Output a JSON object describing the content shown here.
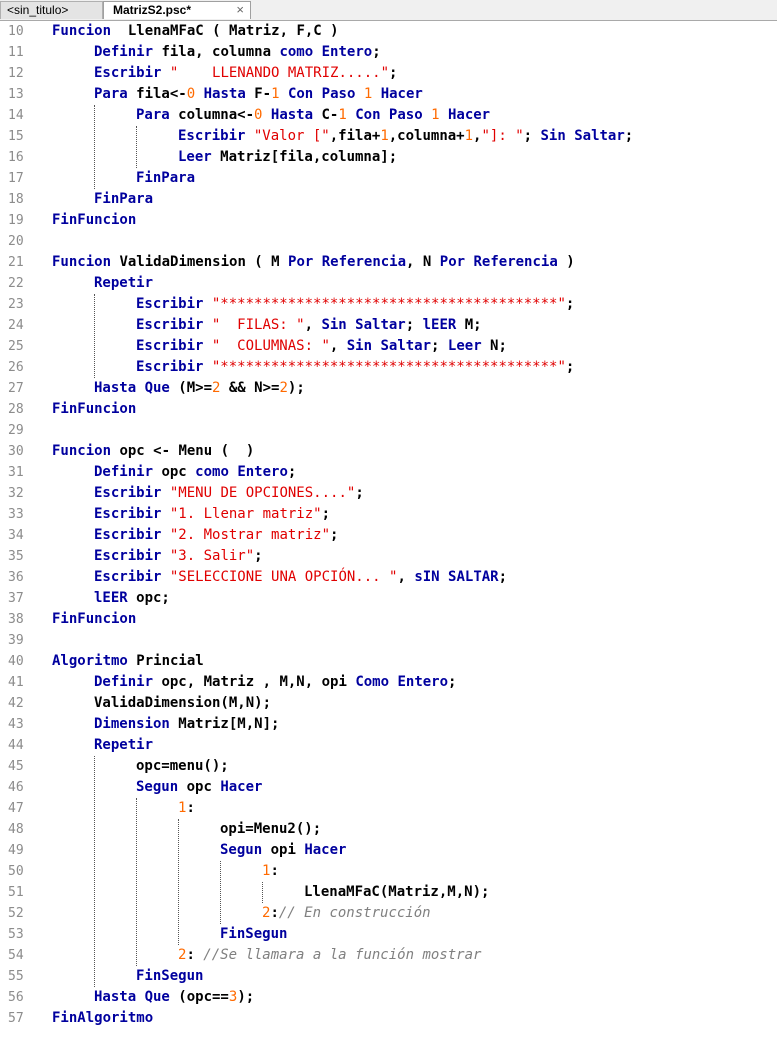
{
  "tabs": [
    {
      "label": "<sin_titulo>"
    },
    {
      "label": "MatrizS2.psc*",
      "close": "×"
    }
  ],
  "lines": [
    {
      "n": "10",
      "indent": 0,
      "tokens": [
        [
          "kw",
          "Funcion "
        ],
        [
          "t",
          " LlenaMFaC ( Matriz, F,C )"
        ]
      ]
    },
    {
      "n": "11",
      "indent": 1,
      "tokens": [
        [
          "kw",
          "Definir"
        ],
        [
          "t",
          " fila, columna "
        ],
        [
          "kw",
          "como"
        ],
        [
          "t",
          " "
        ],
        [
          "kw",
          "Entero"
        ],
        [
          "t",
          ";"
        ]
      ]
    },
    {
      "n": "12",
      "indent": 1,
      "tokens": [
        [
          "kw",
          "Escribir"
        ],
        [
          "t",
          " "
        ],
        [
          "str",
          "\"    LLENANDO MATRIZ.....\""
        ],
        [
          "t",
          ";"
        ]
      ]
    },
    {
      "n": "13",
      "indent": 1,
      "tokens": [
        [
          "kw",
          "Para"
        ],
        [
          "t",
          " fila<-"
        ],
        [
          "num",
          "0"
        ],
        [
          "t",
          " "
        ],
        [
          "kw",
          "Hasta"
        ],
        [
          "t",
          " F-"
        ],
        [
          "num",
          "1"
        ],
        [
          "t",
          " "
        ],
        [
          "kw",
          "Con Paso"
        ],
        [
          "t",
          " "
        ],
        [
          "num",
          "1"
        ],
        [
          "t",
          " "
        ],
        [
          "kw",
          "Hacer"
        ]
      ]
    },
    {
      "n": "14",
      "indent": 2,
      "tokens": [
        [
          "kw",
          "Para"
        ],
        [
          "t",
          " columna<-"
        ],
        [
          "num",
          "0"
        ],
        [
          "t",
          " "
        ],
        [
          "kw",
          "Hasta"
        ],
        [
          "t",
          " C-"
        ],
        [
          "num",
          "1"
        ],
        [
          "t",
          " "
        ],
        [
          "kw",
          "Con Paso"
        ],
        [
          "t",
          " "
        ],
        [
          "num",
          "1"
        ],
        [
          "t",
          " "
        ],
        [
          "kw",
          "Hacer"
        ]
      ]
    },
    {
      "n": "15",
      "indent": 3,
      "tokens": [
        [
          "kw",
          "Escribir"
        ],
        [
          "t",
          " "
        ],
        [
          "str",
          "\"Valor [\""
        ],
        [
          "t",
          ",fila+"
        ],
        [
          "num",
          "1"
        ],
        [
          "t",
          ",columna+"
        ],
        [
          "num",
          "1"
        ],
        [
          "t",
          ","
        ],
        [
          "str",
          "\"]: \""
        ],
        [
          "t",
          "; "
        ],
        [
          "kw",
          "Sin Saltar"
        ],
        [
          "t",
          ";"
        ]
      ]
    },
    {
      "n": "16",
      "indent": 3,
      "tokens": [
        [
          "kw",
          "Leer"
        ],
        [
          "t",
          " Matriz[fila,columna];"
        ]
      ]
    },
    {
      "n": "17",
      "indent": 2,
      "tokens": [
        [
          "kw",
          "FinPara"
        ]
      ]
    },
    {
      "n": "18",
      "indent": 1,
      "tokens": [
        [
          "kw",
          "FinPara"
        ]
      ]
    },
    {
      "n": "19",
      "indent": 0,
      "tokens": [
        [
          "kw",
          "FinFuncion"
        ]
      ]
    },
    {
      "n": "20",
      "indent": 0,
      "tokens": []
    },
    {
      "n": "21",
      "indent": 0,
      "tokens": [
        [
          "kw",
          "Funcion"
        ],
        [
          "t",
          " ValidaDimension ( M "
        ],
        [
          "kw",
          "Por Referencia"
        ],
        [
          "t",
          ", N "
        ],
        [
          "kw",
          "Por Referencia"
        ],
        [
          "t",
          " )"
        ]
      ]
    },
    {
      "n": "22",
      "indent": 1,
      "tokens": [
        [
          "kw",
          "Repetir"
        ]
      ]
    },
    {
      "n": "23",
      "indent": 2,
      "tokens": [
        [
          "kw",
          "Escribir"
        ],
        [
          "t",
          " "
        ],
        [
          "str",
          "\"****************************************\""
        ],
        [
          "t",
          ";"
        ]
      ]
    },
    {
      "n": "24",
      "indent": 2,
      "tokens": [
        [
          "kw",
          "Escribir"
        ],
        [
          "t",
          " "
        ],
        [
          "str",
          "\"  FILAS: \""
        ],
        [
          "t",
          ", "
        ],
        [
          "kw",
          "Sin Saltar"
        ],
        [
          "t",
          "; "
        ],
        [
          "kw",
          "lEER"
        ],
        [
          "t",
          " M;"
        ]
      ]
    },
    {
      "n": "25",
      "indent": 2,
      "tokens": [
        [
          "kw",
          "Escribir"
        ],
        [
          "t",
          " "
        ],
        [
          "str",
          "\"  COLUMNAS: \""
        ],
        [
          "t",
          ", "
        ],
        [
          "kw",
          "Sin Saltar"
        ],
        [
          "t",
          "; "
        ],
        [
          "kw",
          "Leer"
        ],
        [
          "t",
          " N;"
        ]
      ]
    },
    {
      "n": "26",
      "indent": 2,
      "tokens": [
        [
          "kw",
          "Escribir"
        ],
        [
          "t",
          " "
        ],
        [
          "str",
          "\"****************************************\""
        ],
        [
          "t",
          ";"
        ]
      ]
    },
    {
      "n": "27",
      "indent": 1,
      "tokens": [
        [
          "kw",
          "Hasta Que"
        ],
        [
          "t",
          " (M>="
        ],
        [
          "num",
          "2"
        ],
        [
          "t",
          " && N>="
        ],
        [
          "num",
          "2"
        ],
        [
          "t",
          ");"
        ]
      ]
    },
    {
      "n": "28",
      "indent": 0,
      "tokens": [
        [
          "kw",
          "FinFuncion"
        ]
      ]
    },
    {
      "n": "29",
      "indent": 0,
      "tokens": []
    },
    {
      "n": "30",
      "indent": 0,
      "tokens": [
        [
          "kw",
          "Funcion"
        ],
        [
          "t",
          " opc <- Menu (  )"
        ]
      ]
    },
    {
      "n": "31",
      "indent": 1,
      "tokens": [
        [
          "kw",
          "Definir"
        ],
        [
          "t",
          " opc "
        ],
        [
          "kw",
          "como"
        ],
        [
          "t",
          " "
        ],
        [
          "kw",
          "Entero"
        ],
        [
          "t",
          ";"
        ]
      ]
    },
    {
      "n": "32",
      "indent": 1,
      "tokens": [
        [
          "kw",
          "Escribir"
        ],
        [
          "t",
          " "
        ],
        [
          "str",
          "\"MENU DE OPCIONES....\""
        ],
        [
          "t",
          ";"
        ]
      ]
    },
    {
      "n": "33",
      "indent": 1,
      "tokens": [
        [
          "kw",
          "Escribir"
        ],
        [
          "t",
          " "
        ],
        [
          "str",
          "\"1. Llenar matriz\""
        ],
        [
          "t",
          ";"
        ]
      ]
    },
    {
      "n": "34",
      "indent": 1,
      "tokens": [
        [
          "kw",
          "Escribir"
        ],
        [
          "t",
          " "
        ],
        [
          "str",
          "\"2. Mostrar matriz\""
        ],
        [
          "t",
          ";"
        ]
      ]
    },
    {
      "n": "35",
      "indent": 1,
      "tokens": [
        [
          "kw",
          "Escribir"
        ],
        [
          "t",
          " "
        ],
        [
          "str",
          "\"3. Salir\""
        ],
        [
          "t",
          ";"
        ]
      ]
    },
    {
      "n": "36",
      "indent": 1,
      "tokens": [
        [
          "kw",
          "Escribir"
        ],
        [
          "t",
          " "
        ],
        [
          "str",
          "\"SELECCIONE UNA OPCIÓN... \""
        ],
        [
          "t",
          ", "
        ],
        [
          "kw",
          "sIN SALTAR"
        ],
        [
          "t",
          ";"
        ]
      ]
    },
    {
      "n": "37",
      "indent": 1,
      "tokens": [
        [
          "kw",
          "lEER"
        ],
        [
          "t",
          " opc;"
        ]
      ]
    },
    {
      "n": "38",
      "indent": 0,
      "tokens": [
        [
          "kw",
          "FinFuncion"
        ]
      ]
    },
    {
      "n": "39",
      "indent": 0,
      "tokens": []
    },
    {
      "n": "40",
      "indent": 0,
      "tokens": [
        [
          "kw",
          "Algoritmo"
        ],
        [
          "t",
          " Princial"
        ]
      ]
    },
    {
      "n": "41",
      "indent": 1,
      "tokens": [
        [
          "kw",
          "Definir"
        ],
        [
          "t",
          " opc, Matriz , M,N, opi "
        ],
        [
          "kw",
          "Como"
        ],
        [
          "t",
          " "
        ],
        [
          "kw",
          "Entero"
        ],
        [
          "t",
          ";"
        ]
      ]
    },
    {
      "n": "42",
      "indent": 1,
      "tokens": [
        [
          "t",
          "ValidaDimension(M,N);"
        ]
      ]
    },
    {
      "n": "43",
      "indent": 1,
      "tokens": [
        [
          "kw",
          "Dimension"
        ],
        [
          "t",
          " Matriz[M,N];"
        ]
      ]
    },
    {
      "n": "44",
      "indent": 1,
      "tokens": [
        [
          "kw",
          "Repetir"
        ]
      ]
    },
    {
      "n": "45",
      "indent": 2,
      "tokens": [
        [
          "t",
          "opc=menu();"
        ]
      ]
    },
    {
      "n": "46",
      "indent": 2,
      "tokens": [
        [
          "kw",
          "Segun"
        ],
        [
          "t",
          " opc "
        ],
        [
          "kw",
          "Hacer"
        ]
      ]
    },
    {
      "n": "47",
      "indent": 3,
      "tokens": [
        [
          "num",
          "1"
        ],
        [
          "t",
          ":"
        ]
      ]
    },
    {
      "n": "48",
      "indent": 4,
      "tokens": [
        [
          "t",
          "opi=Menu2();"
        ]
      ]
    },
    {
      "n": "49",
      "indent": 4,
      "tokens": [
        [
          "kw",
          "Segun"
        ],
        [
          "t",
          " opi "
        ],
        [
          "kw",
          "Hacer"
        ]
      ]
    },
    {
      "n": "50",
      "indent": 5,
      "tokens": [
        [
          "num",
          "1"
        ],
        [
          "t",
          ":"
        ]
      ]
    },
    {
      "n": "51",
      "indent": 6,
      "tokens": [
        [
          "t",
          "LlenaMFaC(Matriz,M,N);"
        ]
      ]
    },
    {
      "n": "52",
      "indent": 5,
      "tokens": [
        [
          "num",
          "2"
        ],
        [
          "t",
          ":"
        ],
        [
          "cm",
          "// En construcción"
        ]
      ]
    },
    {
      "n": "53",
      "indent": 4,
      "tokens": [
        [
          "kw",
          "FinSegun"
        ]
      ]
    },
    {
      "n": "54",
      "indent": 3,
      "tokens": [
        [
          "num",
          "2"
        ],
        [
          "t",
          ": "
        ],
        [
          "cm",
          "//Se llamara a la función mostrar"
        ]
      ]
    },
    {
      "n": "55",
      "indent": 2,
      "tokens": [
        [
          "kw",
          "FinSegun"
        ]
      ]
    },
    {
      "n": "56",
      "indent": 1,
      "tokens": [
        [
          "kw",
          "Hasta Que"
        ],
        [
          "t",
          " (opc=="
        ],
        [
          "num",
          "3"
        ],
        [
          "t",
          ");"
        ]
      ]
    },
    {
      "n": "57",
      "indent": 0,
      "tokens": [
        [
          "kw",
          "FinAlgoritmo"
        ]
      ]
    }
  ]
}
